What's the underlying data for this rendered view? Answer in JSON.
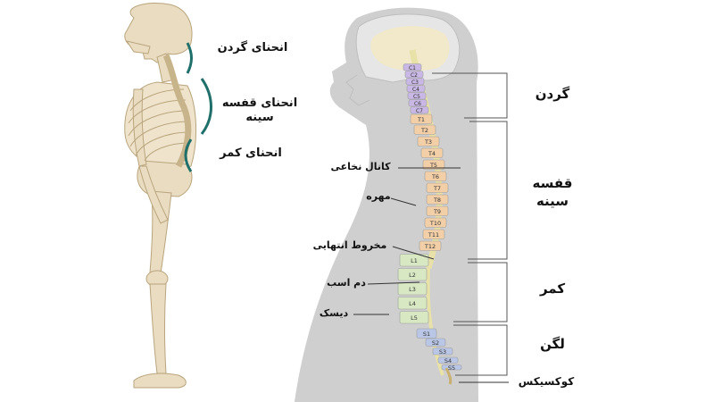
{
  "curves": {
    "cervical": "انحنای گردن",
    "thoracic_line1": "انحنای قفسه",
    "thoracic_line2": "سینه",
    "lumbar": "انحنای کمر"
  },
  "regions": {
    "neck": "گردن",
    "chest_line1": "قفسه",
    "chest_line2": "سینه",
    "lumbar": "کمر",
    "pelvis": "لگن",
    "coccyx": "کوکسیکس"
  },
  "parts": {
    "spinal_canal": "کانال نخاعی",
    "vertebra": "مهره",
    "conus": "مخروط انتهایی",
    "cauda_equina": "دم اسب",
    "disc": "دیسک"
  },
  "vertebrae": {
    "cervical": [
      "C1",
      "C2",
      "C3",
      "C4",
      "C5",
      "C6",
      "C7"
    ],
    "thoracic": [
      "T1",
      "T2",
      "T3",
      "T4",
      "T5",
      "T6",
      "T7",
      "T8",
      "T9",
      "T10",
      "T11",
      "T12"
    ],
    "lumbar": [
      "L1",
      "L2",
      "L3",
      "L4",
      "L5"
    ],
    "sacral": [
      "S1",
      "S2",
      "S3",
      "S4",
      "S5"
    ]
  },
  "colors": {
    "curve_arc": "#1f6f6b",
    "cervical": "#c9b8e6",
    "thoracic": "#f3cfa7",
    "lumbar": "#d7e8c2",
    "sacral": "#b9c6e6",
    "body": "#cfcfcf",
    "bracket": "#555555",
    "bone": "#e9dcc0"
  },
  "icons": [
    "skeleton-side-view",
    "spine-body-silhouette"
  ]
}
